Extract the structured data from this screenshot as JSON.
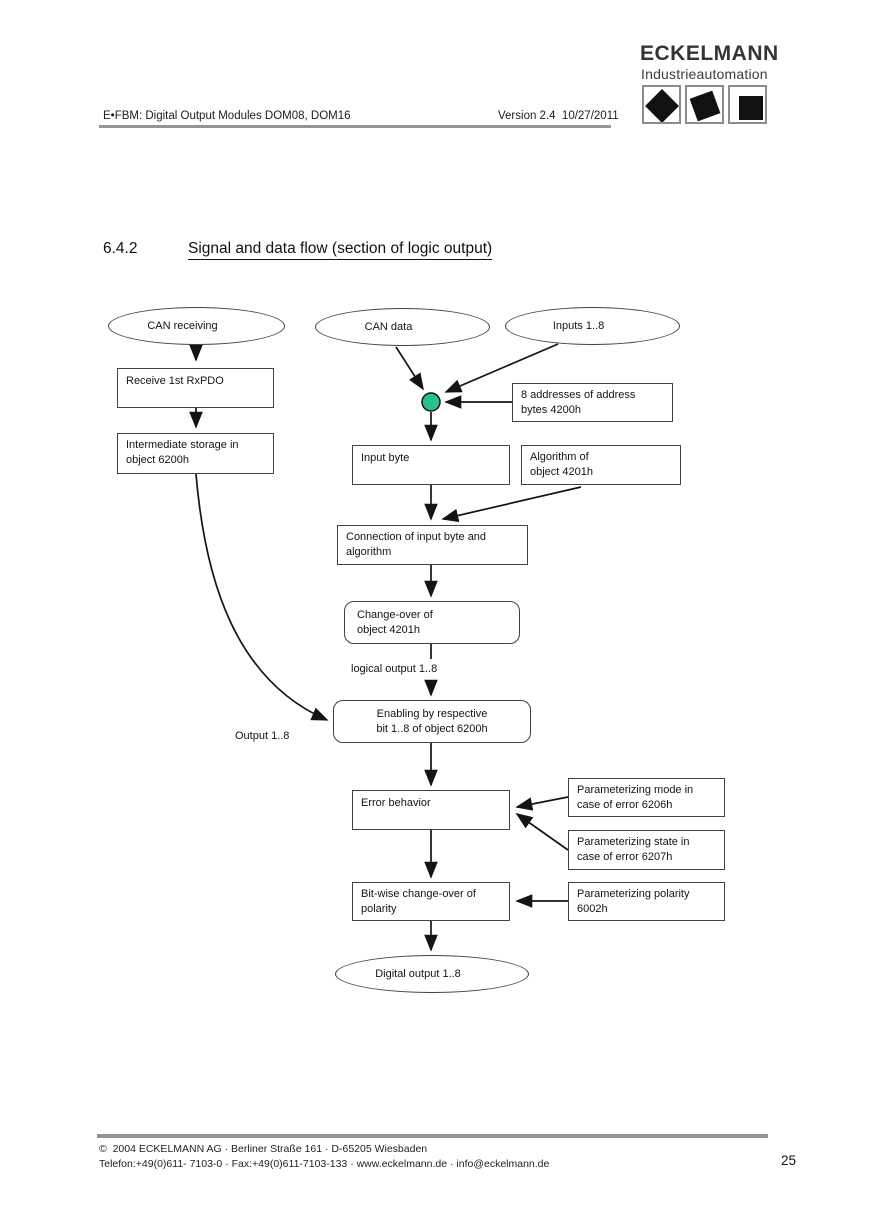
{
  "header": {
    "doc_title": "E•FBM: Digital Output Modules DOM08, DOM16",
    "version": "Version 2.4  10/27/2011"
  },
  "logo": {
    "brand": "ECKELMANN",
    "subtitle": "Industrieautomation"
  },
  "section": {
    "number": "6.4.2",
    "title": "Signal and data flow (section of logic output)"
  },
  "diagram": {
    "nodes": {
      "can_receiving": "CAN receiving",
      "can_data": "CAN data",
      "inputs": "Inputs 1..8",
      "receive_rxpdo": "Receive 1st RxPDO",
      "intermediate_storage": "Intermediate storage in\nobject 6200h",
      "addresses": "8 addresses of address\nbytes 4200h",
      "input_byte": "Input byte",
      "algorithm": "Algorithm of\nobject 4201h",
      "connection": "Connection of input byte and\nalgorithm",
      "change_over": "Change-over of\nobject 4201h",
      "enabling": "Enabling by respective\nbit 1..8 of object 6200h",
      "error_behavior": "Error behavior",
      "param_mode": "Parameterizing mode in\ncase of error 6206h",
      "param_state": "Parameterizing state in\ncase of error 6207h",
      "bitwise_change_over": "Bit-wise change-over of\npolarity",
      "param_polarity": "Parameterizing polarity\n6002h",
      "digital_output": "Digital output 1..8"
    },
    "labels": {
      "logical_output": "logical output 1..8",
      "output": "Output 1..8"
    },
    "colors": {
      "junction": "#2abf8f"
    }
  },
  "footer": {
    "copyright": "©  2004 ECKELMANN AG · Berliner Straße 161 · D-65205 Wiesbaden",
    "contact": "Telefon:+49(0)611- 7103-0 · Fax:+49(0)611-7103-133 · www.eckelmann.de · info@eckelmann.de",
    "page_number": "25"
  }
}
